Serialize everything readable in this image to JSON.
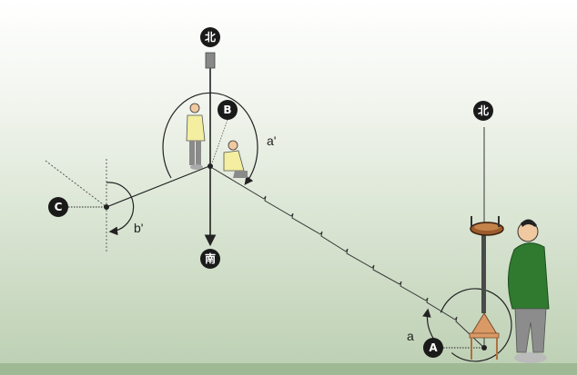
{
  "labels": {
    "north_b": "北",
    "north_a": "北",
    "south": "南",
    "point_a": "A",
    "point_b": "B",
    "point_c": "C",
    "angle_a": "a",
    "angle_a_prime": "a'",
    "angle_b_prime": "b'"
  },
  "colors": {
    "badge": "#1a1a1a",
    "coat_yellow": "#f3eea0",
    "coat_green": "#2f7a2f",
    "stool": "#d99a66"
  }
}
